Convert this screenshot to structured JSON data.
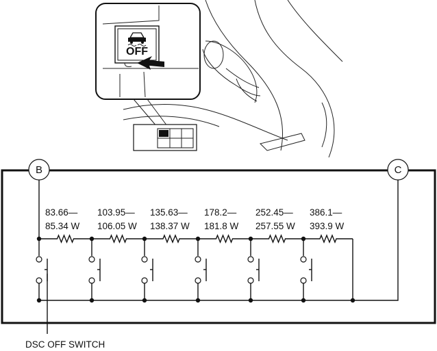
{
  "nodes": {
    "left": "B",
    "right": "C"
  },
  "resistors": [
    {
      "range": "83.66—",
      "watt": "85.34 W"
    },
    {
      "range": "103.95—",
      "watt": "106.05 W"
    },
    {
      "range": "135.63—",
      "watt": "138.37 W"
    },
    {
      "range": "178.2—",
      "watt": "181.8 W"
    },
    {
      "range": "252.45—",
      "watt": "257.55 W"
    },
    {
      "range": "386.1—",
      "watt": "393.9 W"
    }
  ],
  "switch_label": "DSC OFF SWITCH",
  "button_text": "OFF"
}
